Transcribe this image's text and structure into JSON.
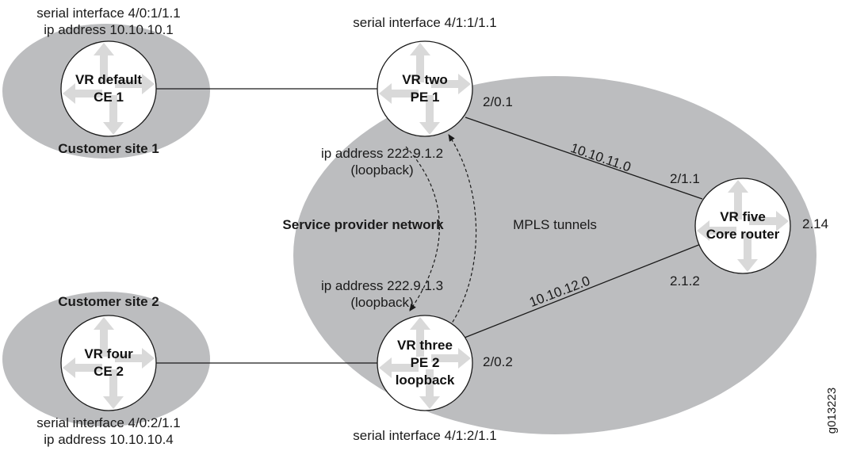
{
  "regions": {
    "customer_site_1": "Customer site 1",
    "customer_site_2": "Customer site 2",
    "service_provider": "Service provider network"
  },
  "routers": {
    "ce1": {
      "line1": "VR default",
      "line2": "CE 1"
    },
    "pe1": {
      "line1": "VR two",
      "line2": "PE 1"
    },
    "core": {
      "line1": "VR five",
      "line2": "Core router"
    },
    "ce2": {
      "line1": "VR four",
      "line2": "CE 2"
    },
    "pe2": {
      "line1": "VR three",
      "line2": "PE 2",
      "line3": "loopback"
    }
  },
  "labels": {
    "ce1_serial": "serial interface 4/0:1/1.1",
    "ce1_ip": "ip address 10.10.10.1",
    "pe1_serial": "serial interface 4/1:1/1.1",
    "pe1_iface": "2/0.1",
    "pe1_ip": "ip address 222.9.1.2",
    "pe1_loopback": "(loopback)",
    "net_upper": "10.10.11.0",
    "core_if_upper": "2/1.1",
    "core_if_right": "2.14",
    "core_if_lower": "2.1.2",
    "mpls": "MPLS tunnels",
    "pe2_ip": "ip address 222.9.1.3",
    "pe2_loopback": "(loopback)",
    "net_lower": "10.10.12.0",
    "pe2_iface": "2/0.2",
    "ce2_serial": "serial interface 4/0:2/1.1",
    "ce2_ip": "ip address 10.10.10.4",
    "pe2_serial": "serial interface 4/1:2/1.1",
    "figure_id": "g013223"
  },
  "colors": {
    "region_fill": "#bcbdbf",
    "node_fill": "#ffffff",
    "arrow_fill": "#d9d9d9",
    "line": "#1a1a1a"
  }
}
